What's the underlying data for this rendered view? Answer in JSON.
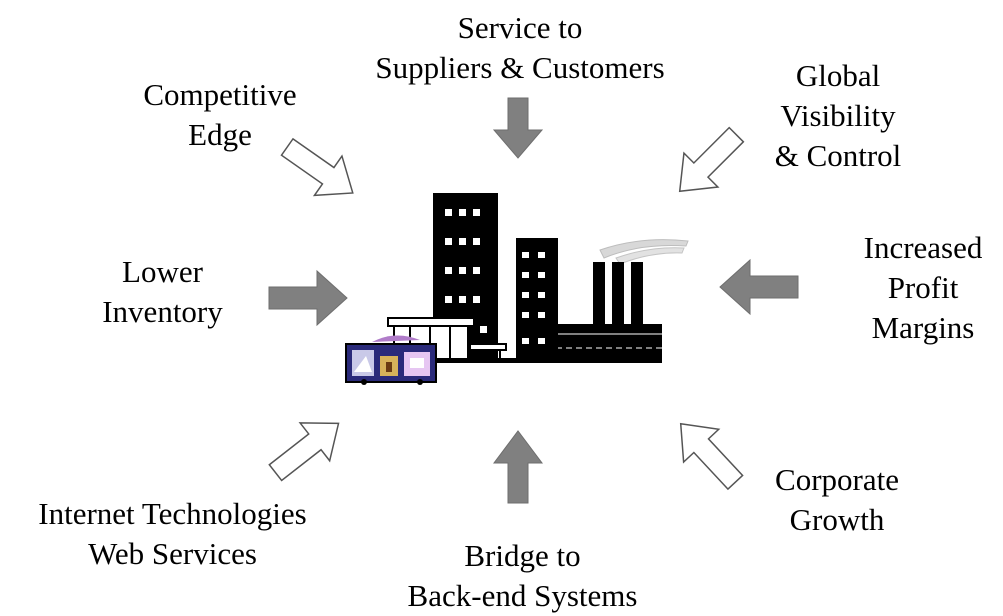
{
  "diagram": {
    "center_icon": "factory-icon",
    "colors": {
      "solid_arrow": "#808080",
      "hollow_arrow_outline": "#555555",
      "building": "#000000",
      "smoke": "#d8d8d8",
      "truck_accent": "#2a2a7a"
    },
    "benefits": {
      "top": {
        "lines": [
          "Service to",
          "Suppliers & Customers"
        ],
        "arrow": "solid"
      },
      "top_left": {
        "lines": [
          "Competitive",
          "Edge"
        ],
        "arrow": "hollow"
      },
      "top_right": {
        "lines": [
          "Global",
          "Visibility",
          "& Control"
        ],
        "arrow": "hollow"
      },
      "left": {
        "lines": [
          "Lower",
          "Inventory"
        ],
        "arrow": "solid"
      },
      "right": {
        "lines": [
          "Increased",
          "Profit",
          "Margins"
        ],
        "arrow": "solid"
      },
      "bottom_left": {
        "lines": [
          "Internet Technologies",
          "Web Services"
        ],
        "arrow": "hollow"
      },
      "bottom": {
        "lines": [
          "Bridge to",
          "Back-end Systems"
        ],
        "arrow": "solid"
      },
      "bottom_right": {
        "lines": [
          "Corporate",
          "Growth"
        ],
        "arrow": "hollow"
      }
    }
  }
}
